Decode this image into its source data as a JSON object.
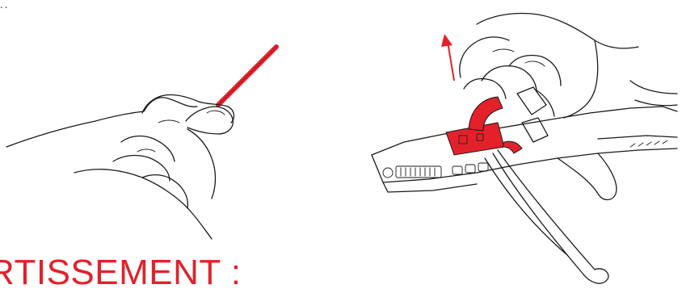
{
  "corner_mark": "..",
  "warning": {
    "heading": "RTISSEMENT :"
  },
  "colors": {
    "accent": "#e3212b",
    "ink": "#1a1a1a",
    "background": "#ffffff"
  },
  "illustrations": {
    "left": {
      "icon": "hand-holding-red-rod-illustration"
    },
    "right": {
      "icon": "hand-removing-red-clip-from-crossbow-illustration"
    }
  }
}
